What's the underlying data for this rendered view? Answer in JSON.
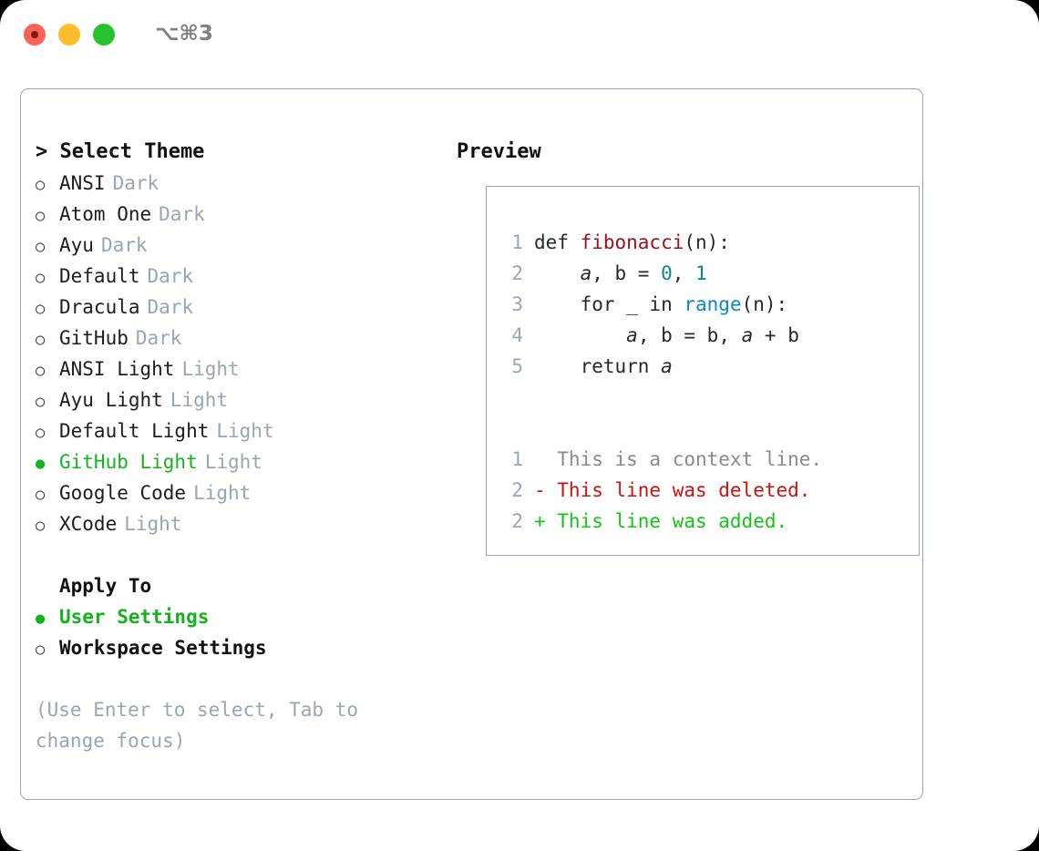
{
  "titlebar": {
    "shortcut": "⌥⌘3",
    "lights": [
      "close-red",
      "minimize-yellow",
      "maximize-green"
    ]
  },
  "left": {
    "header": "> Select Theme",
    "themes": [
      {
        "marker": "○",
        "label": "ANSI",
        "tag": "Dark",
        "selected": false
      },
      {
        "marker": "○",
        "label": "Atom One",
        "tag": "Dark",
        "selected": false
      },
      {
        "marker": "○",
        "label": "Ayu",
        "tag": "Dark",
        "selected": false
      },
      {
        "marker": "○",
        "label": "Default",
        "tag": "Dark",
        "selected": false
      },
      {
        "marker": "○",
        "label": "Dracula",
        "tag": "Dark",
        "selected": false
      },
      {
        "marker": "○",
        "label": "GitHub",
        "tag": "Dark",
        "selected": false
      },
      {
        "marker": "○",
        "label": "ANSI Light",
        "tag": "Light",
        "selected": false
      },
      {
        "marker": "○",
        "label": "Ayu Light",
        "tag": "Light",
        "selected": false
      },
      {
        "marker": "○",
        "label": "Default Light",
        "tag": "Light",
        "selected": false
      },
      {
        "marker": "●",
        "label": "GitHub Light",
        "tag": "Light",
        "selected": true
      },
      {
        "marker": "○",
        "label": "Google Code",
        "tag": "Light",
        "selected": false
      },
      {
        "marker": "○",
        "label": "XCode",
        "tag": "Light",
        "selected": false
      }
    ],
    "apply_to": {
      "header": "Apply To",
      "header_marker": " ",
      "options": [
        {
          "marker": "●",
          "label": "User Settings",
          "selected": true
        },
        {
          "marker": "○",
          "label": "Workspace Settings",
          "selected": false
        }
      ]
    },
    "hint": "(Use Enter to select, Tab to change focus)"
  },
  "right": {
    "header": "Preview",
    "code_lines": [
      {
        "num": "1",
        "tokens": [
          {
            "text": "def ",
            "type": "plain"
          },
          {
            "text": "fibonacci",
            "type": "func"
          },
          {
            "text": "(n):",
            "type": "plain"
          }
        ]
      },
      {
        "num": "2",
        "tokens": [
          {
            "text": "    ",
            "type": "plain"
          },
          {
            "text": "a",
            "type": "var"
          },
          {
            "text": ", b = ",
            "type": "plain"
          },
          {
            "text": "0",
            "type": "num"
          },
          {
            "text": ", ",
            "type": "plain"
          },
          {
            "text": "1",
            "type": "num"
          }
        ]
      },
      {
        "num": "3",
        "tokens": [
          {
            "text": "    for _ in ",
            "type": "plain"
          },
          {
            "text": "range",
            "type": "call"
          },
          {
            "text": "(n):",
            "type": "plain"
          }
        ]
      },
      {
        "num": "4",
        "tokens": [
          {
            "text": "        ",
            "type": "plain"
          },
          {
            "text": "a",
            "type": "var"
          },
          {
            "text": ", b = b, ",
            "type": "plain"
          },
          {
            "text": "a",
            "type": "var"
          },
          {
            "text": " + b",
            "type": "plain"
          }
        ]
      },
      {
        "num": "5",
        "tokens": [
          {
            "text": "    return ",
            "type": "plain"
          },
          {
            "text": "a",
            "type": "var"
          }
        ]
      }
    ],
    "diff_lines": [
      {
        "num": "1",
        "sign": " ",
        "text": " This is a context line.",
        "type": "context"
      },
      {
        "num": "2",
        "sign": "-",
        "text": " This line was deleted.",
        "type": "deleted"
      },
      {
        "num": "2",
        "sign": "+",
        "text": " This line was added.",
        "type": "added"
      }
    ]
  },
  "colors": {
    "selected_green": "#14b31e",
    "muted_gray": "#9aa5b1",
    "border": "#9aa7b4",
    "code_text": "#24292e",
    "func_red": "#a01020",
    "number_teal": "#0a8a7c",
    "builtin_blue": "#0e86c8",
    "diff_deleted": "#cc1111",
    "diff_added": "#14c414",
    "light_red": "#ff6058",
    "light_yellow": "#ffbd2e",
    "light_green": "#24c32b"
  }
}
